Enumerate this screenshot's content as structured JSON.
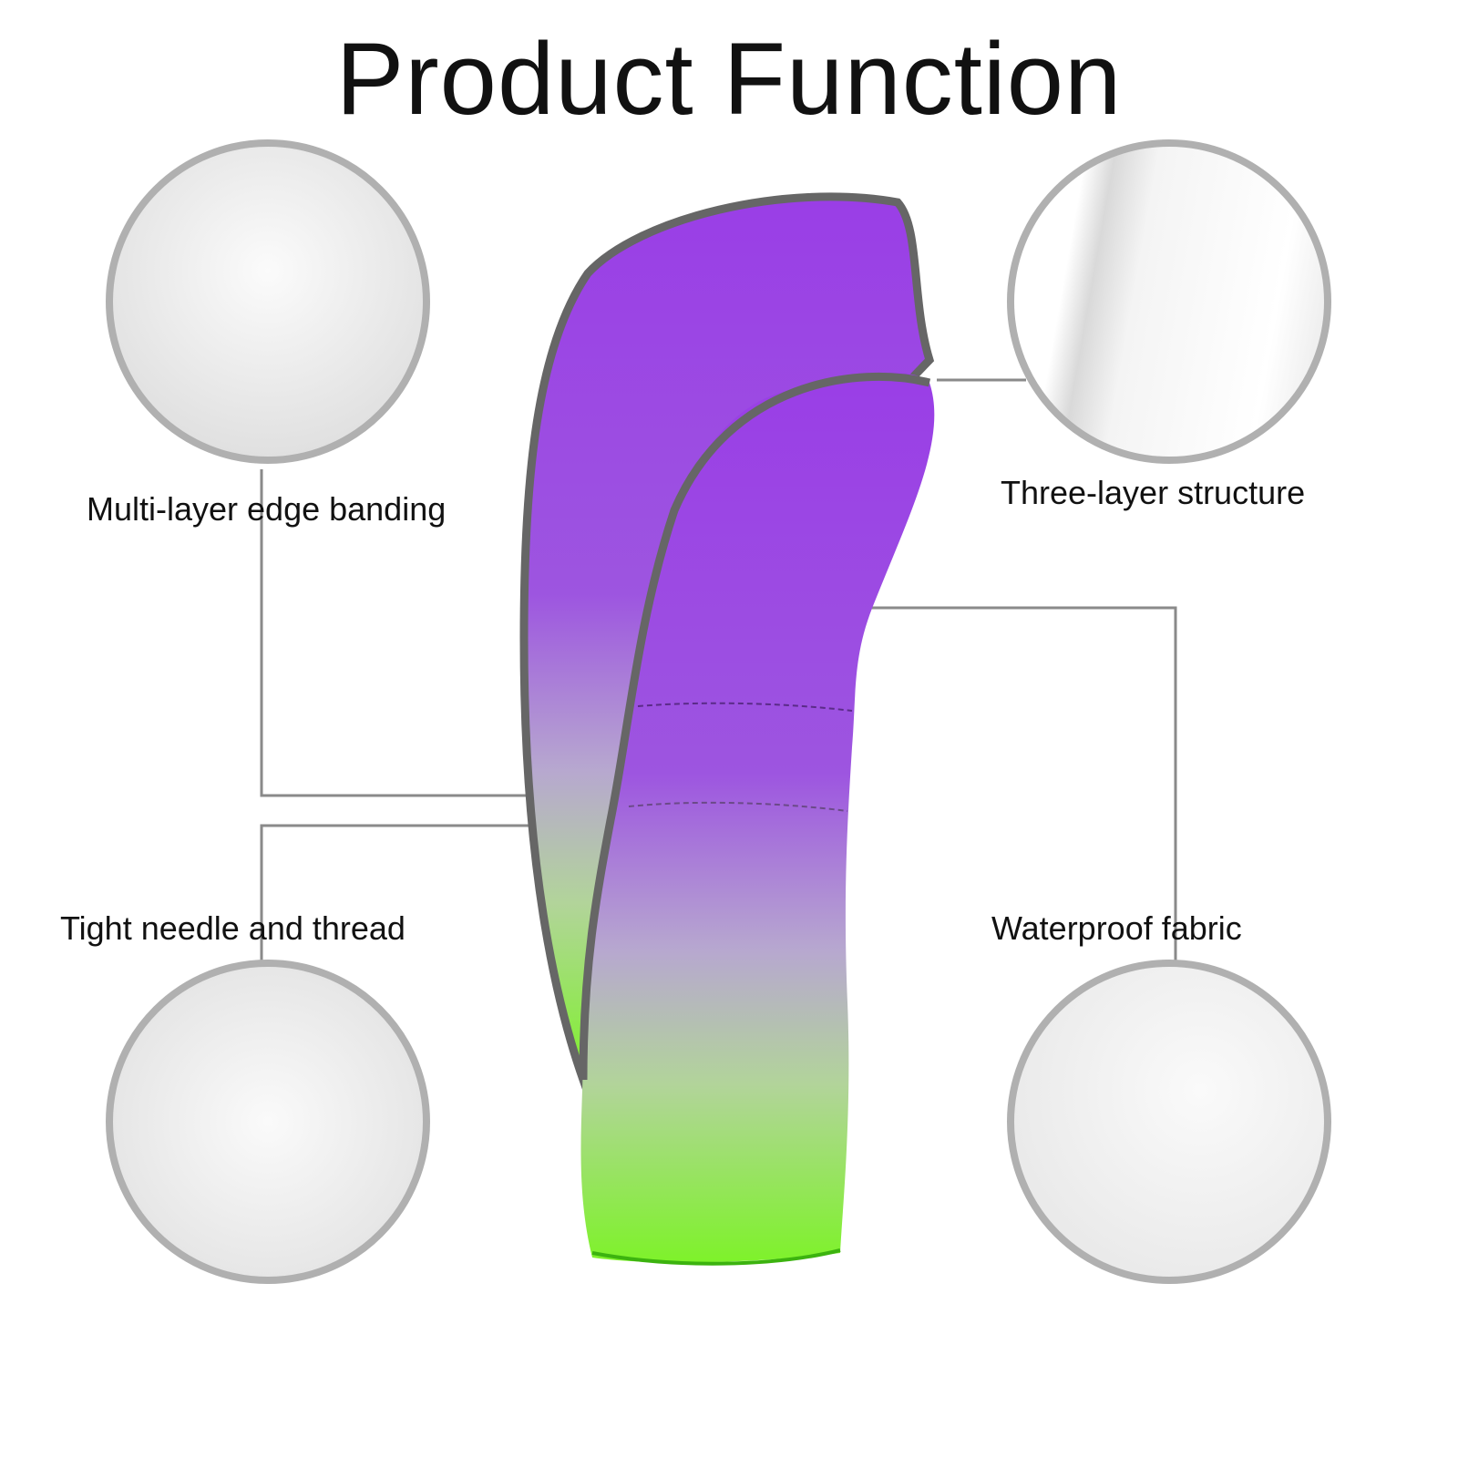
{
  "title": "Product Function",
  "features": [
    {
      "label": "Multi-layer edge banding"
    },
    {
      "label": "Three-layer structure"
    },
    {
      "label": "Tight needle and thread"
    },
    {
      "label": "Waterproof fabric"
    }
  ],
  "colors": {
    "purple": "#9a3ee6",
    "green": "#7ef22a",
    "trim": "#666666",
    "circle_border": "#b0b0b0"
  }
}
